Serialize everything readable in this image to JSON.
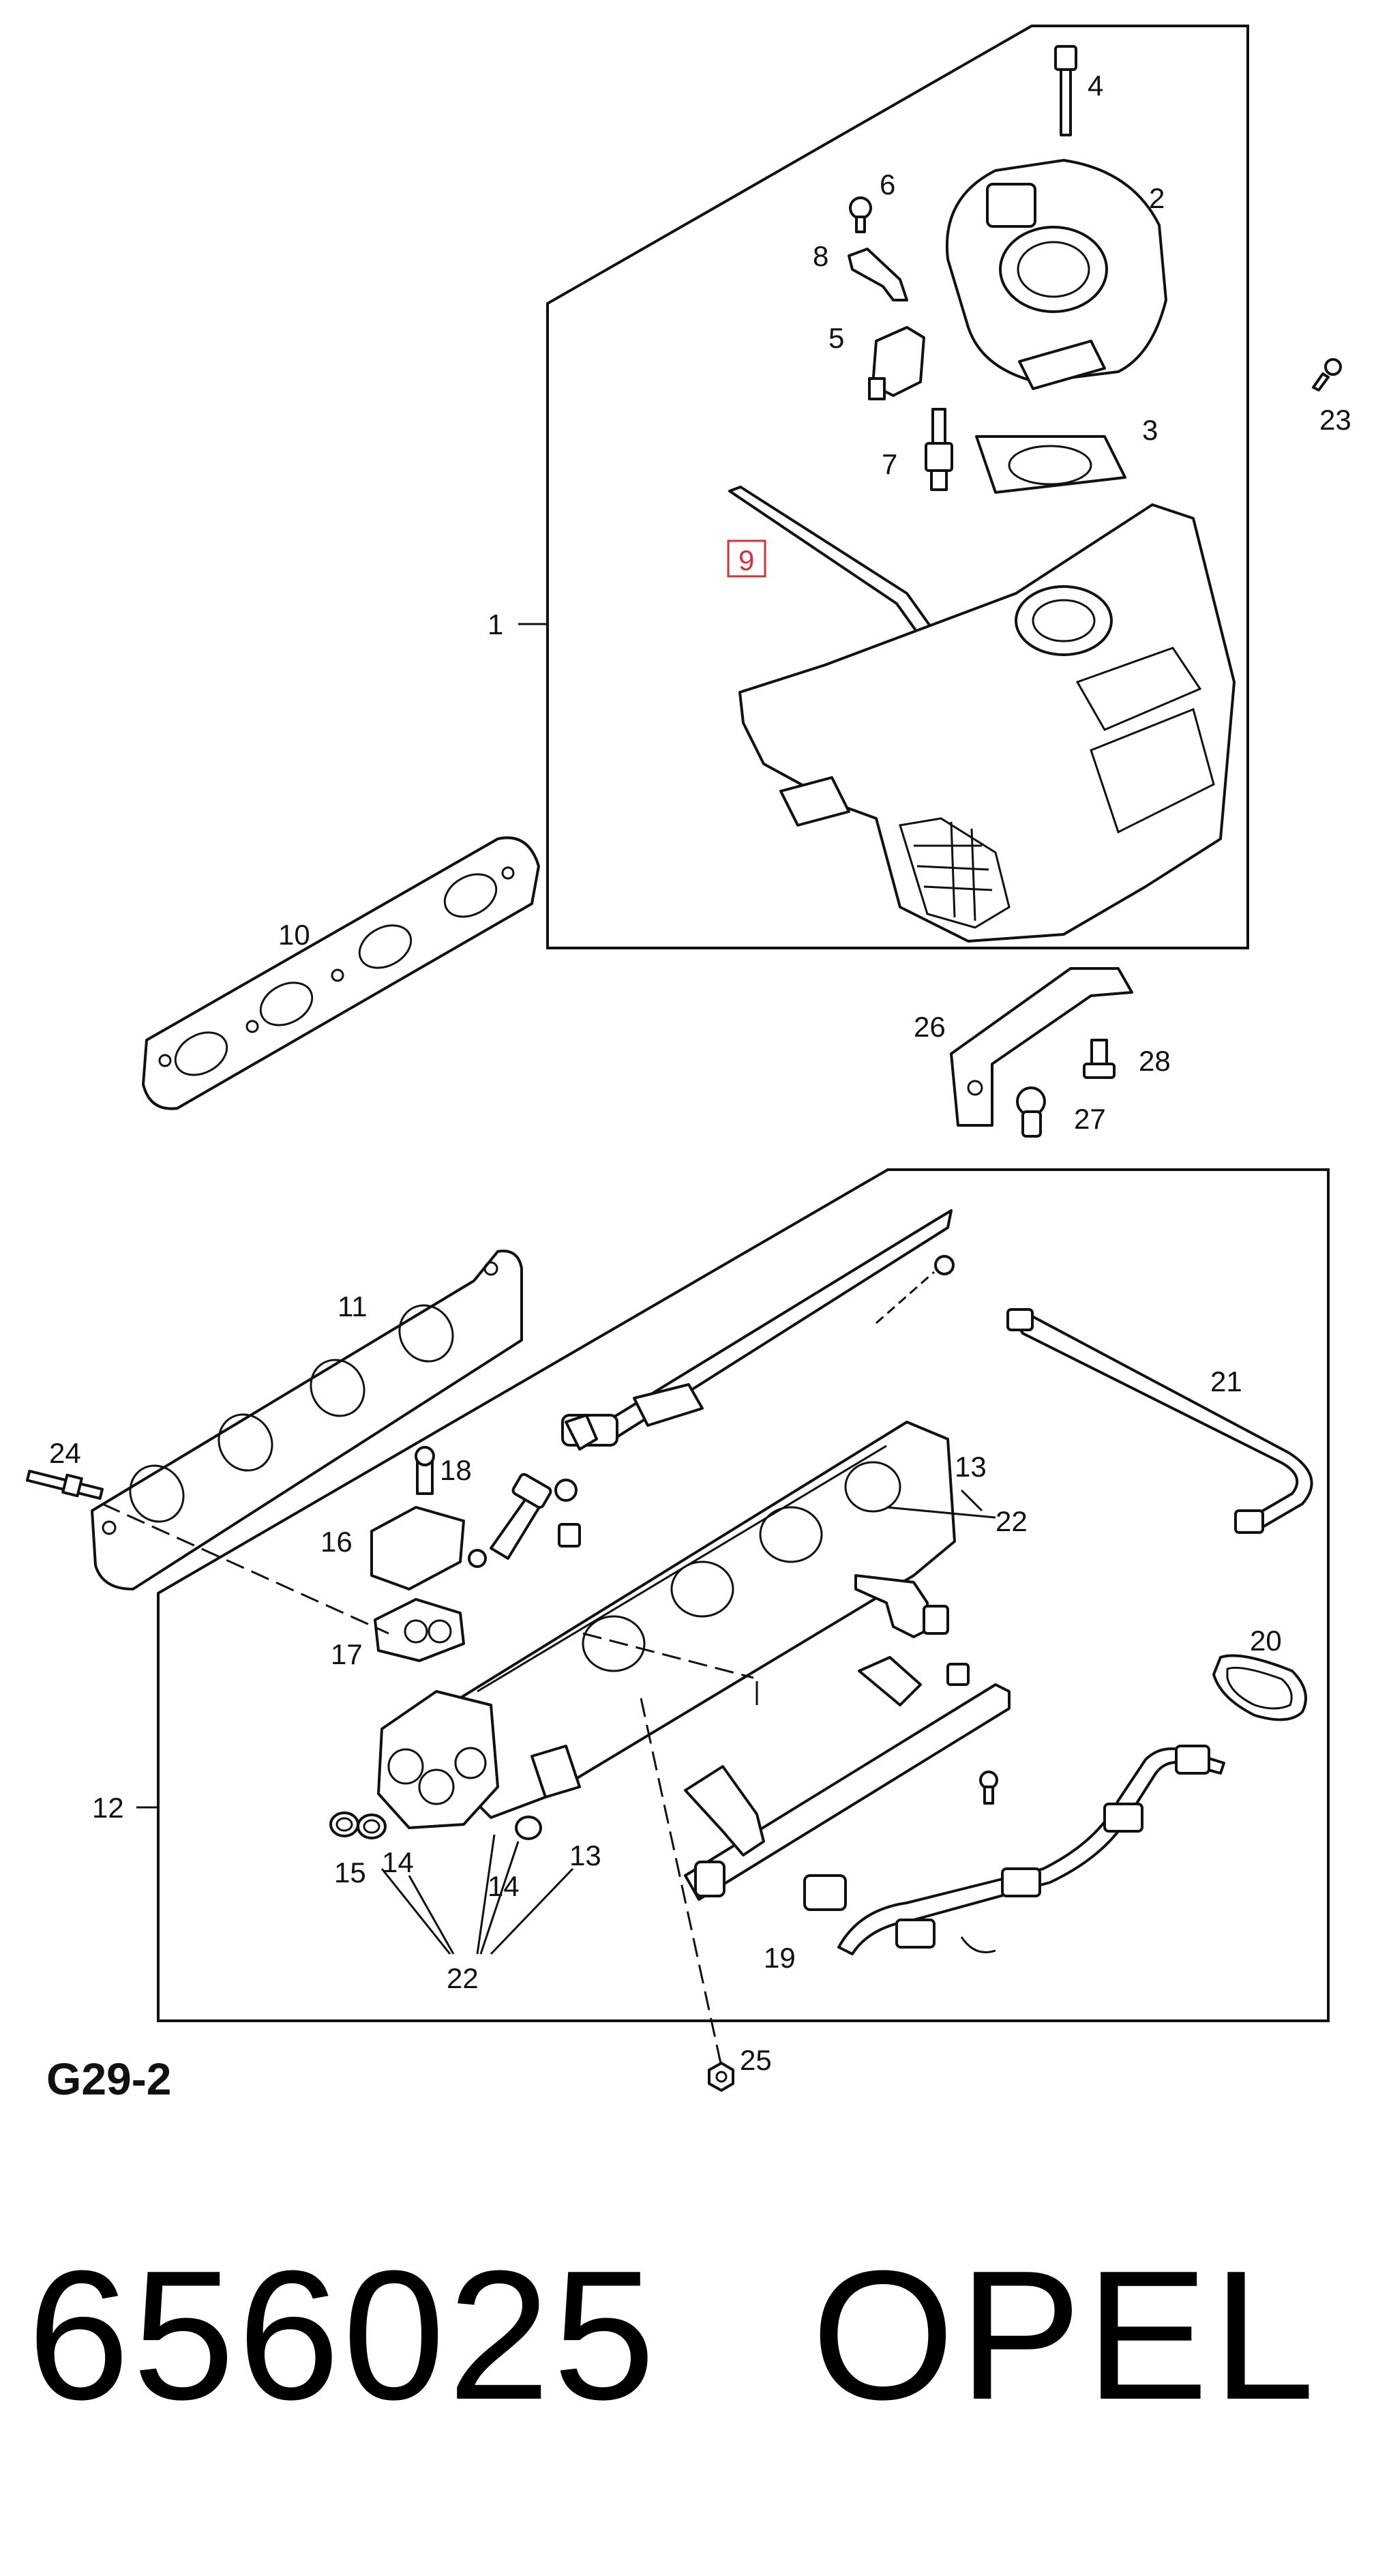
{
  "diagram": {
    "ref_code": "G29-2",
    "callouts": {
      "c1": "1",
      "c2": "2",
      "c3": "3",
      "c4": "4",
      "c5": "5",
      "c6": "6",
      "c7": "7",
      "c8": "8",
      "c9": "9",
      "c10": "10",
      "c11": "11",
      "c12": "12",
      "c13a": "13",
      "c13b": "13",
      "c14a": "14",
      "c14b": "14",
      "c15": "15",
      "c16": "16",
      "c17": "17",
      "c18": "18",
      "c19": "19",
      "c20": "20",
      "c21": "21",
      "c22a": "22",
      "c22b": "22",
      "c23": "23",
      "c24": "24",
      "c25": "25",
      "c26": "26",
      "c27": "27",
      "c28": "28"
    },
    "highlight_color": "#d4333a"
  },
  "footer": {
    "part_number": "656025",
    "brand": "OPEL"
  }
}
